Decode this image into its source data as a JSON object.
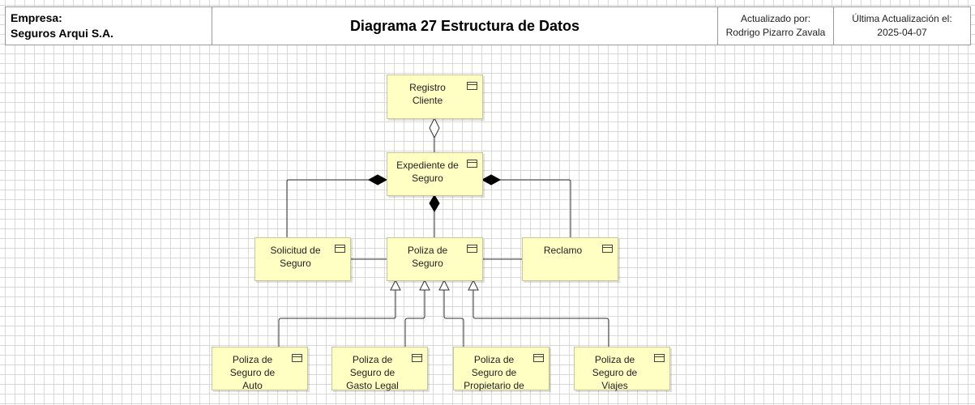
{
  "header": {
    "company_label": "Empresa:",
    "company_name": "Seguros Arqui S.A.",
    "title": "Diagrama 27 Estructura de Datos",
    "updated_by_label": "Actualizado por:",
    "updated_by": "Rodrigo Pizarro Zavala",
    "last_update_label": "Última Actualización el:",
    "last_update": "2025-04-07"
  },
  "nodes": {
    "registro_cliente": "Registro\nCliente",
    "expediente": "Expediente de\nSeguro",
    "solicitud": "Solicitud de\nSeguro",
    "poliza": "Poliza de\nSeguro",
    "reclamo": "Reclamo",
    "poliza_auto": "Poliza de\nSeguro de\nAuto",
    "poliza_gasto_legal": "Poliza de\nSeguro de\nGasto Legal",
    "poliza_propietario": "Poliza de\nSeguro de\nPropietario de",
    "poliza_viajes": "Poliza de\nSeguro de\nViajes"
  },
  "colors": {
    "node_fill": "#ffffc3",
    "node_border": "#c8c896",
    "grid": "#d9d9d9"
  },
  "icons": {
    "node_icon": "data-object-icon",
    "aggregation": "hollow-diamond-icon",
    "composition": "filled-diamond-icon",
    "specialization": "hollow-triangle-icon"
  }
}
